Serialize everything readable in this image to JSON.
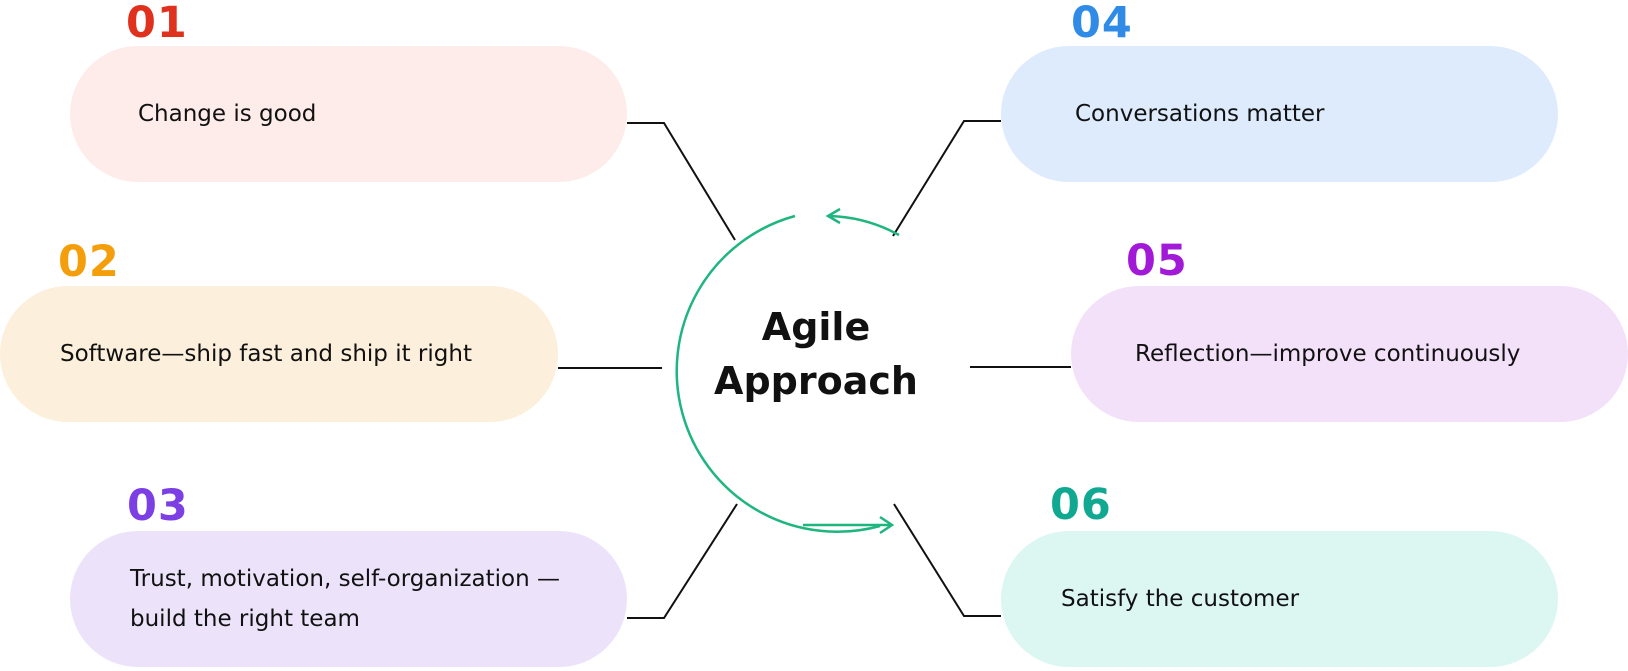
{
  "center": {
    "title_line1": "Agile",
    "title_line2": "Approach",
    "ring_color": "#1fb57f"
  },
  "line_color": "#111111",
  "items": [
    {
      "number": "01",
      "text_lines": [
        "Change is good"
      ],
      "number_color": "#e0301e",
      "bg_color": "#fdecea"
    },
    {
      "number": "02",
      "text_lines": [
        "Software—ship fast and ship it right"
      ],
      "number_color": "#f59e0b",
      "bg_color": "#fcefdc"
    },
    {
      "number": "03",
      "text_lines": [
        "Trust, motivation, self-organization —",
        "build the right team"
      ],
      "number_color": "#7b3fe4",
      "bg_color": "#ece3fa"
    },
    {
      "number": "04",
      "text_lines": [
        "Conversations matter"
      ],
      "number_color": "#2f8be6",
      "bg_color": "#ddebfc"
    },
    {
      "number": "05",
      "text_lines": [
        "Reflection—improve continuously"
      ],
      "number_color": "#a21ad8",
      "bg_color": "#f3e1fa"
    },
    {
      "number": "06",
      "text_lines": [
        "Satisfy the customer"
      ],
      "number_color": "#11a892",
      "bg_color": "#dcf6f2"
    }
  ]
}
